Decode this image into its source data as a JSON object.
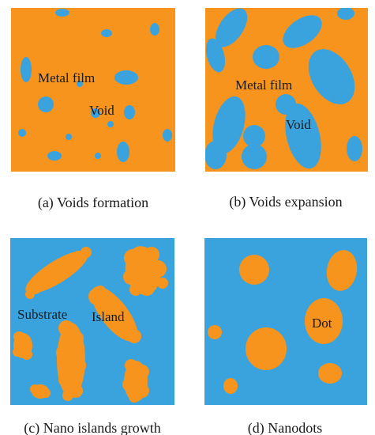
{
  "colors": {
    "orange": "#F7941D",
    "blue": "#3AA3DE",
    "text": "#1A1A1A"
  },
  "panels": [
    {
      "id": "a",
      "caption": "(a) Voids formation",
      "background": "orange",
      "features": "blue",
      "labels": [
        "Metal film",
        "Void"
      ]
    },
    {
      "id": "b",
      "caption": "(b) Voids expansion",
      "background": "orange",
      "features": "blue",
      "labels": [
        "Metal film",
        "Void"
      ]
    },
    {
      "id": "c",
      "caption": "(c) Nano islands growth",
      "background": "blue",
      "features": "orange",
      "labels": [
        "Substrate",
        "Island"
      ]
    },
    {
      "id": "d",
      "caption": "(d) Nanodots",
      "background": "blue",
      "features": "orange",
      "labels": [
        "Dot"
      ]
    }
  ]
}
